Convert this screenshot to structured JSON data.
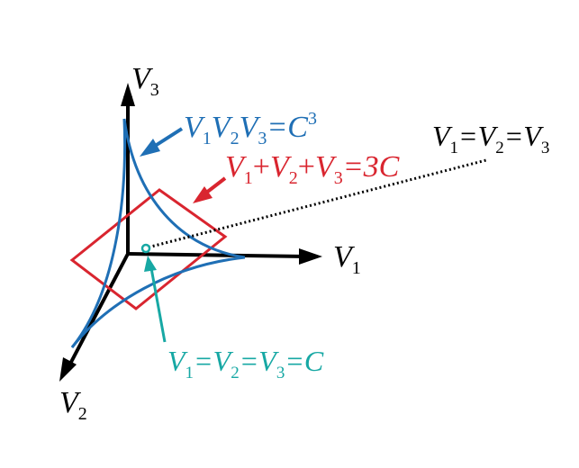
{
  "axes": {
    "v1": {
      "label": "V",
      "sub": "1"
    },
    "v2": {
      "label": "V",
      "sub": "2"
    },
    "v3": {
      "label": "V",
      "sub": "3"
    }
  },
  "annotations": {
    "product": {
      "v": "V",
      "s1": "1",
      "s2": "2",
      "s3": "3",
      "eq": "=C",
      "sup": "3"
    },
    "sum": {
      "v": "V",
      "s1": "1",
      "s2": "2",
      "s3": "3",
      "plus": "+",
      "eq": "=3C"
    },
    "equal_line": {
      "v": "V",
      "s1": "1",
      "s2": "2",
      "s3": "3",
      "eq": "="
    },
    "equal_point": {
      "v": "V",
      "s1": "1",
      "s2": "2",
      "s3": "3",
      "eq": "=",
      "tail": "=C"
    }
  },
  "colors": {
    "axis": "#000000",
    "product_curve": "#1f6fb5",
    "sum_plane": "#d9252f",
    "equal_point": "#17a8a4",
    "equal_line": "#000000"
  }
}
